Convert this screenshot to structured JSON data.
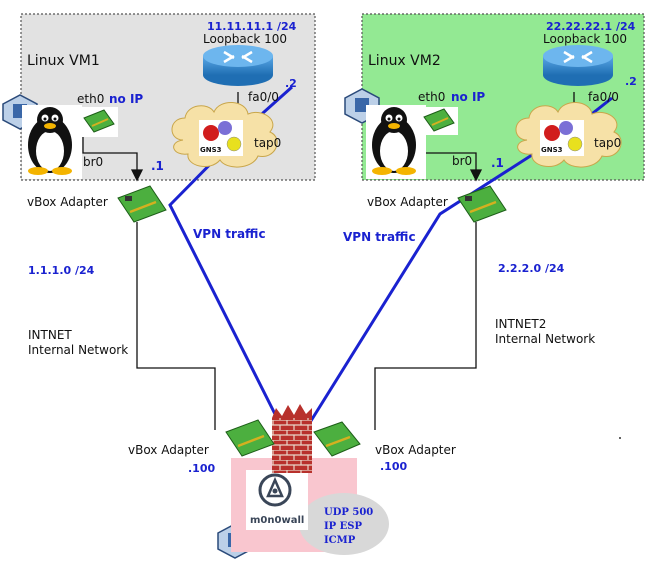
{
  "vm1": {
    "title": "Linux VM1",
    "loopback_ip": "11.11.11.1 /24",
    "loopback_name": "Loopback 100",
    "router_if": "fa0/0",
    "router_ip": ".2",
    "eth0": "eth0",
    "eth0_status": "no IP",
    "br0": "br0",
    "br0_ip": ".1",
    "tap0": "tap0",
    "gns3": "GNS3",
    "adapter": "vBox Adapter",
    "network": "1.1.1.0 /24",
    "intnet": "INTNET",
    "intnet_sub": "Internal Network"
  },
  "vm2": {
    "title": "Linux VM2",
    "loopback_ip": "22.22.22.1 /24",
    "loopback_name": "Loopback 100",
    "router_if": "fa0/0",
    "router_ip": ".2",
    "eth0": "eth0",
    "eth0_status": "no IP",
    "br0": "br0",
    "br0_ip": ".1",
    "tap0": "tap0",
    "gns3": "GNS3",
    "adapter": "vBox Adapter",
    "network": "2.2.2.0 /24",
    "intnet": "INTNET2",
    "intnet_sub": "Internal Network"
  },
  "vpn_label": "VPN traffic",
  "firewall": {
    "left_adapter": "vBox Adapter",
    "left_ip": ".100",
    "right_adapter": "vBox Adapter",
    "right_ip": ".100",
    "logo_text": "m0n0wall",
    "rules": [
      "UDP 500",
      "IP ESP",
      "ICMP"
    ]
  },
  "colors": {
    "vm1_bg": "#e2e2e2",
    "vm2_bg": "#93e993",
    "vpn_line": "#1a22d0",
    "firewall_bg": "#f9c6cf"
  }
}
